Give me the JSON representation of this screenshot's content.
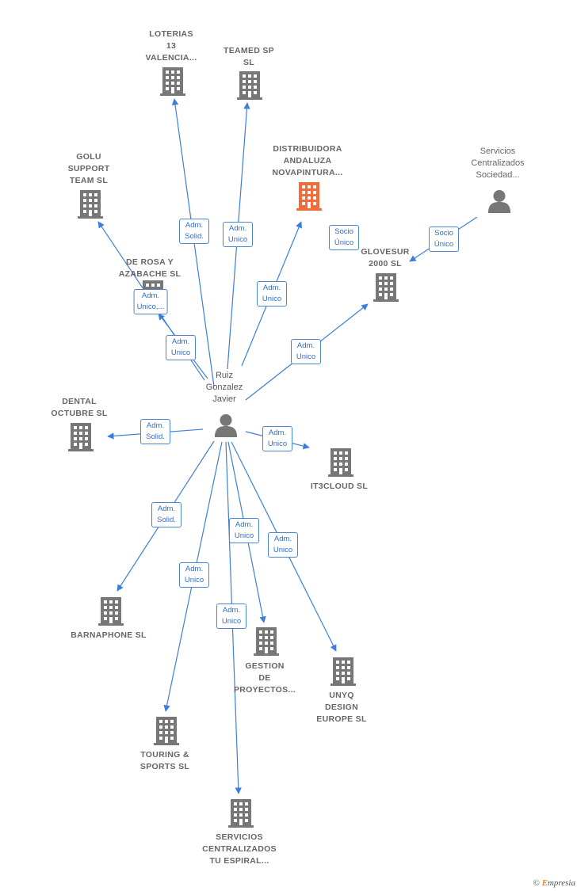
{
  "colors": {
    "edge": "#3d7fd6",
    "company": "#777777",
    "company_highlight": "#f26b3a",
    "person": "#777777"
  },
  "center": {
    "label": "Ruiz\nGonzalez\nJavier",
    "icon": "person-icon"
  },
  "nodes": [
    {
      "id": "loterias",
      "label": "LOTERIAS\n13\nVALENCIA...",
      "kind": "company",
      "icon": "building-icon"
    },
    {
      "id": "teamed",
      "label": "TEAMED SP\nSL",
      "kind": "company",
      "icon": "building-icon"
    },
    {
      "id": "golu",
      "label": "GOLU\nSUPPORT\nTEAM SL",
      "kind": "company",
      "icon": "building-icon"
    },
    {
      "id": "distribuidora",
      "label": "DISTRIBUIDORA\nANDALUZA\nNOVAPINTURA...",
      "kind": "company-highlight",
      "icon": "building-icon"
    },
    {
      "id": "servicios_soc",
      "label": "Servicios\nCentralizados\nSociedad...",
      "kind": "person",
      "icon": "person-icon"
    },
    {
      "id": "derosa",
      "label": "DE ROSA Y\nAZABACHE SL",
      "kind": "company",
      "icon": "building-icon"
    },
    {
      "id": "glovesur",
      "label": "GLOVESUR\n2000  SL",
      "kind": "company",
      "icon": "building-icon"
    },
    {
      "id": "dental",
      "label": "DENTAL\nOCTUBRE SL",
      "kind": "company",
      "icon": "building-icon"
    },
    {
      "id": "it3cloud",
      "label": "IT3CLOUD  SL",
      "kind": "company",
      "icon": "building-icon"
    },
    {
      "id": "barnaphone",
      "label": "BARNAPHONE SL",
      "kind": "company",
      "icon": "building-icon"
    },
    {
      "id": "gestion",
      "label": "GESTION\nDE\nPROYECTOS...",
      "kind": "company",
      "icon": "building-icon"
    },
    {
      "id": "unyq",
      "label": "UNYQ\nDESIGN\nEUROPE  SL",
      "kind": "company",
      "icon": "building-icon"
    },
    {
      "id": "touring",
      "label": "TOURING &\nSPORTS  SL",
      "kind": "company",
      "icon": "building-icon"
    },
    {
      "id": "servicios_esp",
      "label": "SERVICIOS\nCENTRALIZADOS\nTU ESPIRAL...",
      "kind": "company",
      "icon": "building-icon"
    }
  ],
  "edges": [
    {
      "from": "center",
      "to": "loterias",
      "label": "Adm.\nSolid."
    },
    {
      "from": "center",
      "to": "teamed",
      "label": "Adm.\nUnico"
    },
    {
      "from": "center",
      "to": "golu",
      "label": "Adm.\nUnico,..."
    },
    {
      "from": "center",
      "to": "derosa",
      "label": "Adm.\nUnico"
    },
    {
      "from": "center",
      "to": "distribuidora",
      "label": "Adm.\nUnico"
    },
    {
      "from": "center",
      "to": "glovesur",
      "label": "Adm.\nUnico"
    },
    {
      "from": "servicios_soc",
      "to": "glovesur",
      "label": "Socio\nÚnico"
    },
    {
      "from": "center",
      "to": "dental",
      "label": "Adm.\nSolid."
    },
    {
      "from": "center",
      "to": "it3cloud",
      "label": "Adm.\nUnico"
    },
    {
      "from": "center",
      "to": "barnaphone",
      "label": "Adm.\nSolid."
    },
    {
      "from": "center",
      "to": "gestion",
      "label": "Adm.\nUnico"
    },
    {
      "from": "center",
      "to": "unyq",
      "label": "Adm.\nUnico"
    },
    {
      "from": "center",
      "to": "touring",
      "label": "Adm.\nUnico"
    },
    {
      "from": "center",
      "to": "servicios_esp",
      "label": "Adm.\nUnico"
    }
  ],
  "extra_labels": [
    {
      "id": "socio_distribuidora",
      "label": "Socio\nÚnico"
    }
  ],
  "footer": {
    "copyright": "©",
    "brand_initial": "E",
    "brand_rest": "mpresia"
  }
}
